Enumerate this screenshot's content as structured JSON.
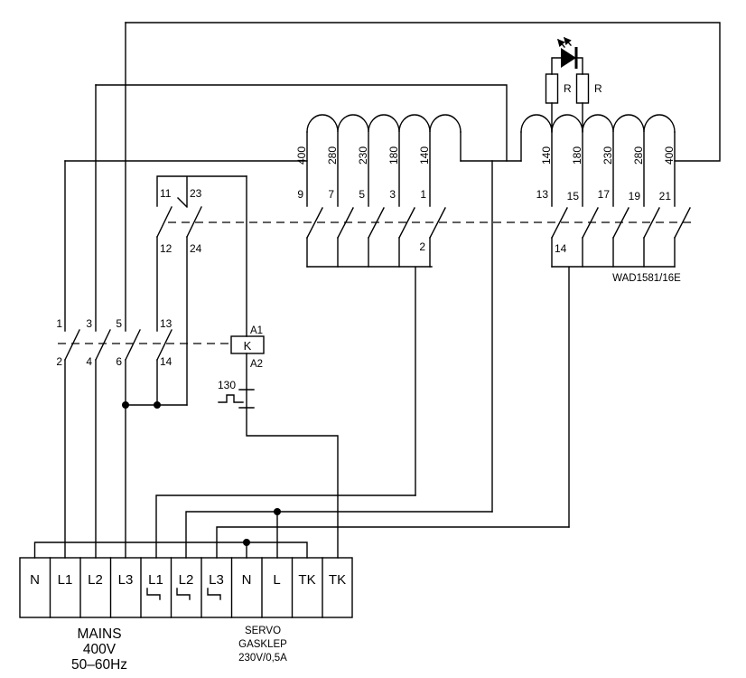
{
  "diagram_type": "wiring-schematic",
  "colors": {
    "line": "#000000",
    "background": "#ffffff"
  },
  "transformer_left": {
    "taps": [
      "400",
      "280",
      "230",
      "180",
      "140"
    ],
    "top_contacts": [
      "9",
      "7",
      "5",
      "3",
      "1"
    ],
    "bottom_contact": "2"
  },
  "transformer_right": {
    "taps": [
      "140",
      "180",
      "230",
      "280",
      "400"
    ],
    "top_contacts": [
      "13",
      "15",
      "17",
      "19",
      "21"
    ],
    "bottom_contact": "14",
    "model_label": "WAD1581/16E"
  },
  "led_indicator": {
    "resistor_labels": [
      "R",
      "R"
    ]
  },
  "selector_switch": {
    "contact_labels": [
      "11",
      "23",
      "12",
      "24"
    ]
  },
  "contactor": {
    "top_contacts": [
      "1",
      "3",
      "5",
      "13"
    ],
    "bottom_contacts": [
      "2",
      "4",
      "6",
      "14"
    ],
    "coil_label": "K",
    "coil_terminals": [
      "A1",
      "A2"
    ]
  },
  "thermal_cutout": {
    "label": "130"
  },
  "terminal_strip": {
    "terminals": [
      "N",
      "L1",
      "L2",
      "L3",
      "L1",
      "L2",
      "L3",
      "N",
      "L",
      "TK",
      "TK"
    ]
  },
  "captions": {
    "mains_lines": [
      "MAINS",
      "400V",
      "50–60Hz"
    ],
    "servo_lines": [
      "SERVO",
      "GASKLEP",
      "230V/0,5A"
    ]
  }
}
